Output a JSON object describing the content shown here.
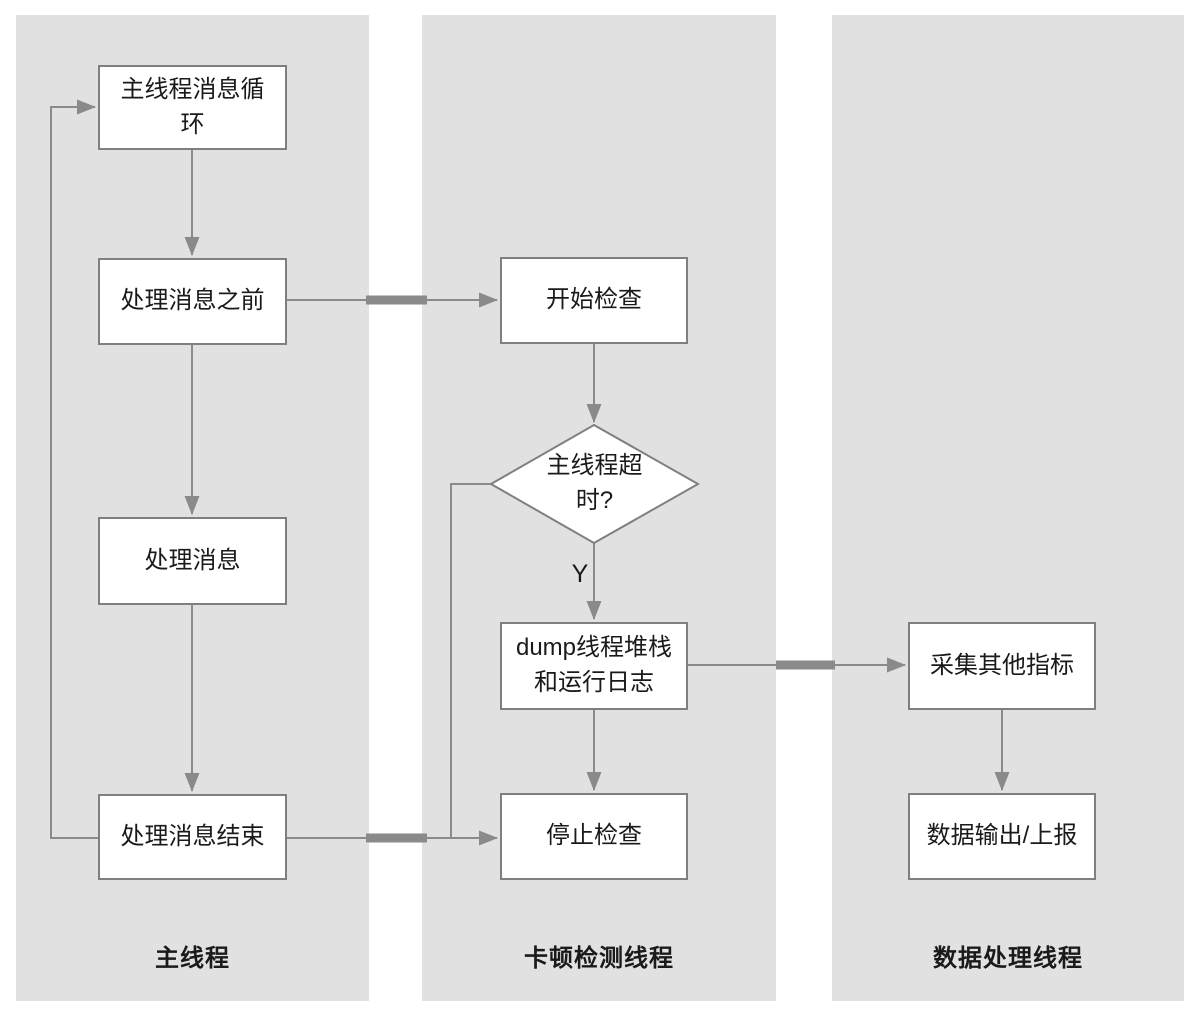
{
  "diagram": {
    "type": "flowchart-swimlanes",
    "colors": {
      "lane_bg": "#e1e1e1",
      "node_fill": "#ffffff",
      "node_border": "#7f7f7f",
      "connector": "#8a8a8a",
      "text": "#1a1a1a",
      "page_bg": "#ffffff"
    }
  },
  "lanes": [
    {
      "id": "main-thread",
      "label": "主线程"
    },
    {
      "id": "lag-detect-thread",
      "label": "卡顿检测线程"
    },
    {
      "id": "data-process-thread",
      "label": "数据处理线程"
    }
  ],
  "nodes": {
    "main_loop": "主线程消息循环",
    "before_msg": "处理消息之前",
    "process_msg": "处理消息",
    "end_msg": "处理消息结束",
    "start_check": "开始检查",
    "timeout_decision": "主线程超时?",
    "dump_stack": "dump线程堆栈和运行日志",
    "stop_check": "停止检查",
    "collect_metrics": "采集其他指标",
    "data_output": "数据输出/上报"
  },
  "edge_labels": {
    "timeout_yes": "Y"
  }
}
